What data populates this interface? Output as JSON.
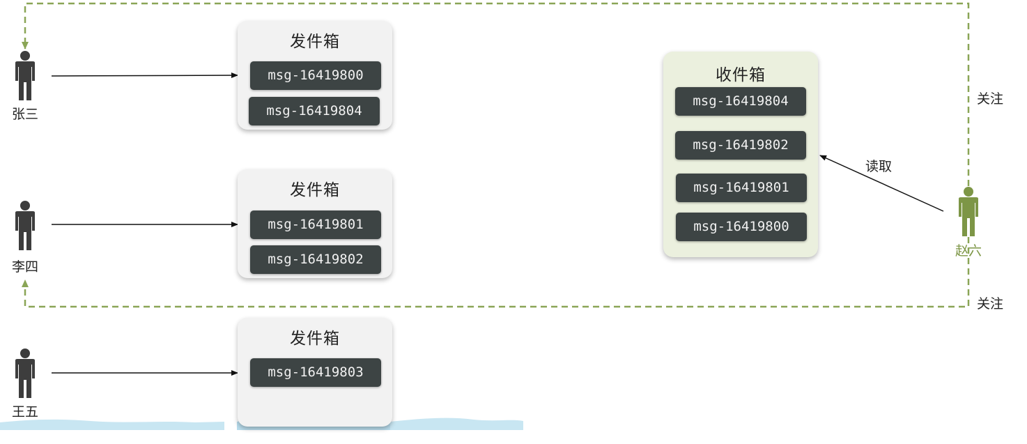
{
  "users": {
    "zhangsan": "张三",
    "lisi": "李四",
    "wangwu": "王五",
    "zhaoliu": "赵六"
  },
  "outbox_title": "发件箱",
  "inbox_title": "收件箱",
  "outboxes": {
    "zhangsan": [
      "msg-16419800",
      "msg-16419804"
    ],
    "lisi": [
      "msg-16419801",
      "msg-16419802"
    ],
    "wangwu": [
      "msg-16419803"
    ]
  },
  "inbox": {
    "zhaoliu": [
      "msg-16419804",
      "msg-16419802",
      "msg-16419801",
      "msg-16419800"
    ]
  },
  "edges": {
    "read": "读取",
    "follow_top": "关注",
    "follow_bottom": "关注"
  },
  "colors": {
    "person_default": "#3d3d3d",
    "person_highlight": "#7d9646",
    "follow_line": "#8aa556",
    "msg_bg": "#3d4444",
    "outbox_bg": "#f2f2f2",
    "inbox_bg": "#ebf0de"
  }
}
